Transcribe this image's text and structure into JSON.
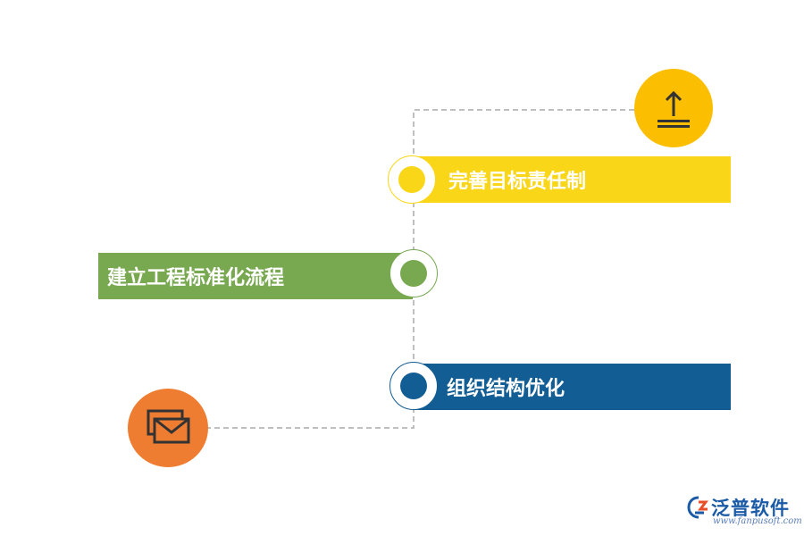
{
  "diagram": {
    "items": [
      {
        "label": "完善目标责任制",
        "color": "#fad619"
      },
      {
        "label": "建立工程标准化流程",
        "color": "#78a850"
      },
      {
        "label": "组织结构优化",
        "color": "#125d94"
      }
    ],
    "badges": [
      {
        "icon": "upload-icon",
        "color": "#fbbe00"
      },
      {
        "icon": "mail-icon",
        "color": "#ef7d31"
      }
    ],
    "connector_color": "#bfbfbf"
  },
  "logo": {
    "name": "泛普软件",
    "url": "www.fanpusoft.com",
    "color": "#1a5aa6"
  }
}
